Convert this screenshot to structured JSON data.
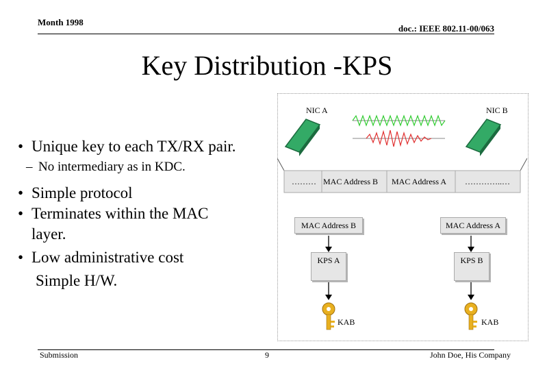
{
  "header": {
    "left": "Month 1998",
    "right": "doc.: IEEE 802.11-00/063"
  },
  "title": "Key Distribution  -KPS",
  "bullets": [
    {
      "text": "Unique key to each TX/RX pair.",
      "sub": [
        "No intermediary as in KDC."
      ]
    },
    {
      "text": "Simple protocol",
      "sub": []
    },
    {
      "text": "Terminates within the MAC layer.",
      "sub": []
    },
    {
      "text": "Low administrative cost",
      "sub": []
    }
  ],
  "bullet_tail": "Simple H/W.",
  "diagram": {
    "nic_a": "NIC A",
    "nic_b": "NIC B",
    "frame_dots_left": "………",
    "frame_mac_b": "MAC Address B",
    "frame_mac_a": "MAC Address A",
    "frame_dots_right": "…………..…",
    "left_box": "MAC Address B",
    "right_box": "MAC Address A",
    "kps_a": "KPS A",
    "kps_b": "KPS B",
    "key_left_label": "KAB",
    "key_right_label": "KAB",
    "colors": {
      "wave_green": "#33cc33",
      "wave_red": "#e03030",
      "nic_fill": "#33aa66"
    }
  },
  "footer": {
    "left": "Submission",
    "center": "9",
    "right": "John Doe, His Company"
  }
}
